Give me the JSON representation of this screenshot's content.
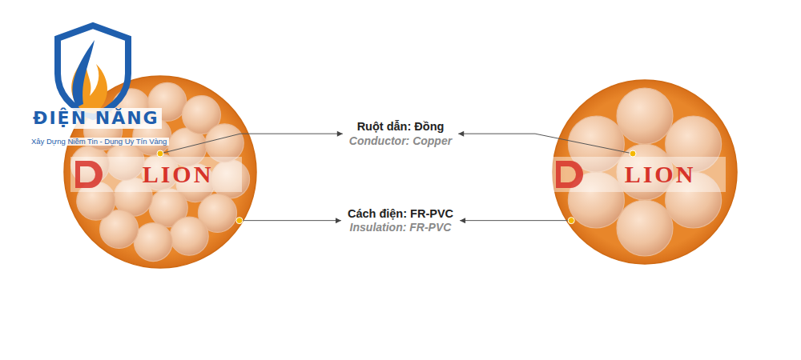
{
  "diagram": {
    "labels": [
      "ĐIỆN NĂNG",
      "Xây Dựng Niềm Tin - Dụng Uy Tín Vàng",
      "LION",
      "LION",
      "Ruột dẫn: Đồng",
      "Conductor: Copper",
      "Cách điện: FR-PVC",
      "Insulation: FR-PVC"
    ]
  }
}
